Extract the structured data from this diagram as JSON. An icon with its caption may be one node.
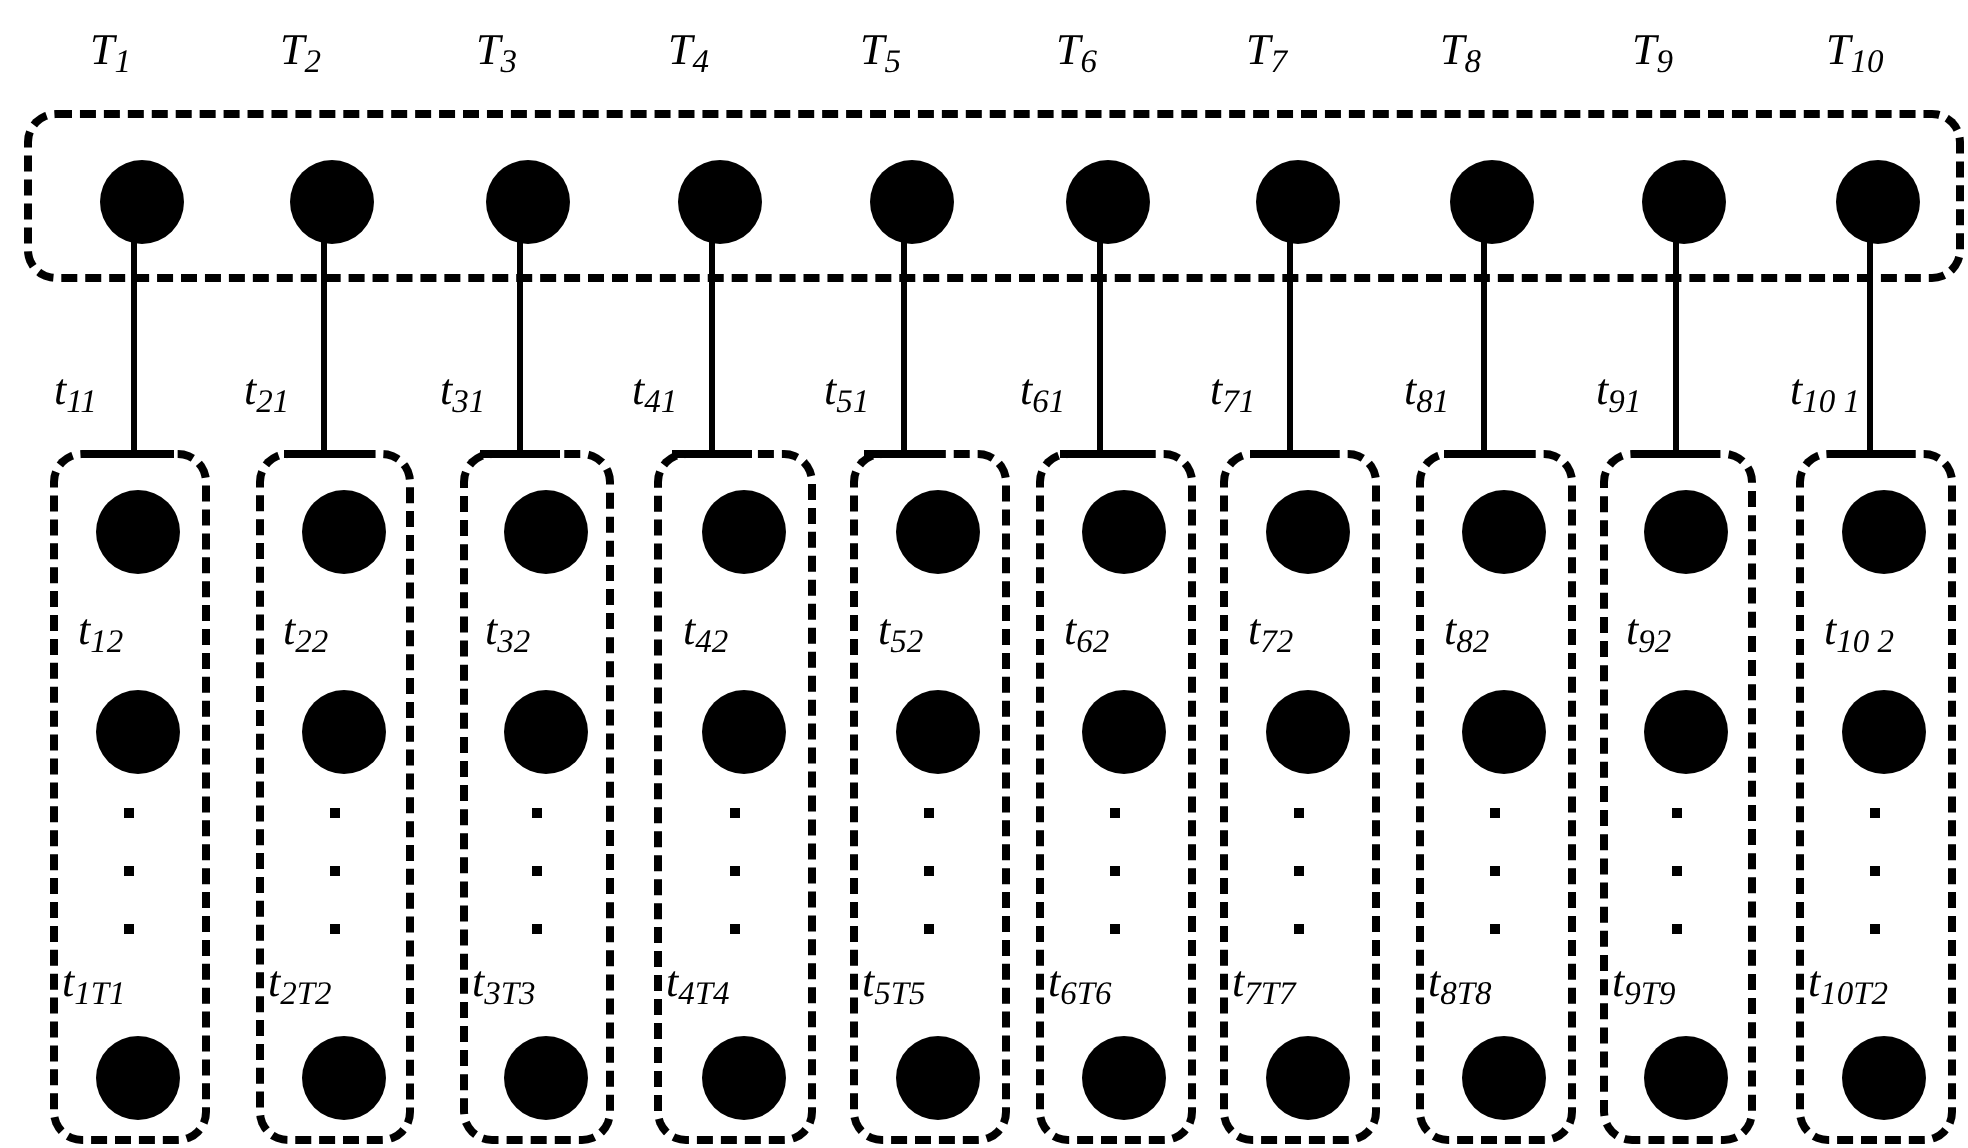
{
  "diagram": {
    "nodes": [
      {
        "text": [],
        "shape": "box"
      },
      {
        "text": [],
        "shape": "circle",
        "in": 0,
        "beside": [
          "T$_{1}$"
        ]
      },
      {
        "text": [],
        "shape": "circle",
        "in": 0,
        "beside": [
          "T$_{2}$"
        ]
      },
      {
        "text": [],
        "shape": "circle",
        "in": 0,
        "beside": [
          "T$_{3}$"
        ]
      },
      {
        "text": [],
        "shape": "circle",
        "in": 0,
        "beside": [
          "T$_{4}$"
        ]
      },
      {
        "text": [],
        "shape": "circle",
        "in": 0,
        "beside": [
          "T$_{5}$"
        ]
      },
      {
        "text": [],
        "shape": "circle",
        "in": 0,
        "beside": [
          "T$_{6}$"
        ]
      },
      {
        "text": [],
        "shape": "circle",
        "in": 0,
        "beside": [
          "T$_{7}$"
        ]
      },
      {
        "text": [],
        "shape": "circle",
        "in": 0,
        "beside": [
          "T$_{8}$"
        ]
      },
      {
        "text": [],
        "shape": "circle",
        "in": 0,
        "beside": [
          "T$_{9}$"
        ]
      },
      {
        "text": [],
        "shape": "circle",
        "in": 0,
        "beside": [
          "T$_{10}$"
        ]
      },
      {
        "text": [],
        "shape": "box"
      },
      {
        "text": [],
        "shape": "circle",
        "in": 11,
        "beside": [
          "t$_{11}$"
        ]
      },
      {
        "text": [],
        "shape": "circle",
        "in": 11,
        "beside": [
          "t$_{12}$"
        ]
      },
      {
        "text": [],
        "shape": "circle",
        "in": 11,
        "beside": [
          "t$_{1T1}$"
        ]
      },
      {
        "text": [],
        "shape": "box"
      },
      {
        "text": [],
        "shape": "circle",
        "in": 15,
        "beside": [
          "t$_{21}$"
        ]
      },
      {
        "text": [],
        "shape": "circle",
        "in": 15,
        "beside": [
          "t$_{22}$"
        ]
      },
      {
        "text": [],
        "shape": "circle",
        "in": 15,
        "beside": [
          "t$_{2T2}$"
        ]
      },
      {
        "text": [],
        "shape": "box"
      },
      {
        "text": [],
        "shape": "circle",
        "in": 19,
        "beside": [
          "t$_{31}$"
        ]
      },
      {
        "text": [],
        "shape": "circle",
        "in": 19,
        "beside": [
          "t$_{32}$"
        ]
      },
      {
        "text": [],
        "shape": "circle",
        "in": 19,
        "beside": [
          "t$_{3T3}$"
        ]
      },
      {
        "text": [],
        "shape": "box"
      },
      {
        "text": [],
        "shape": "circle",
        "in": 23,
        "beside": [
          "t$_{41}$"
        ]
      },
      {
        "text": [],
        "shape": "circle",
        "in": 23,
        "beside": [
          "t$_{42}$"
        ]
      },
      {
        "text": [],
        "shape": "circle",
        "in": 23,
        "beside": [
          "t$_{4T4}$"
        ]
      },
      {
        "text": [],
        "shape": "box"
      },
      {
        "text": [],
        "shape": "circle",
        "in": 27,
        "beside": [
          "t$_{51}$"
        ]
      },
      {
        "text": [],
        "shape": "circle",
        "in": 27,
        "beside": [
          "t$_{52}$"
        ]
      },
      {
        "text": [],
        "shape": "circle",
        "in": 27,
        "beside": [
          "t$_{5T5}$"
        ]
      },
      {
        "text": [],
        "shape": "box"
      },
      {
        "text": [],
        "shape": "circle",
        "in": 31,
        "beside": [
          "t$_{61}$"
        ]
      },
      {
        "text": [],
        "shape": "circle",
        "in": 31,
        "beside": [
          "t$_{62}$"
        ]
      },
      {
        "text": [],
        "shape": "circle",
        "in": 31,
        "beside": [
          "t$_{6T6}$"
        ]
      },
      {
        "text": [],
        "shape": "box"
      },
      {
        "text": [],
        "shape": "circle",
        "in": 35,
        "beside": [
          "t$_{71}$"
        ]
      },
      {
        "text": [],
        "shape": "circle",
        "in": 35,
        "beside": [
          "t$_{72}$"
        ]
      },
      {
        "text": [],
        "shape": "circle",
        "in": 35,
        "beside": [
          "t$_{7T7}$"
        ]
      },
      {
        "text": [],
        "shape": "box"
      },
      {
        "text": [],
        "shape": "circle",
        "in": 39,
        "beside": [
          "t$_{81}$"
        ]
      },
      {
        "text": [],
        "shape": "circle",
        "in": 39,
        "beside": [
          "t$_{82}$"
        ]
      },
      {
        "text": [],
        "shape": "circle",
        "in": 39,
        "beside": [
          "t$_{8T8}$"
        ]
      },
      {
        "text": [],
        "shape": "box"
      },
      {
        "text": [],
        "shape": "circle",
        "in": 43,
        "beside": [
          "t$_{91}$"
        ]
      },
      {
        "text": [],
        "shape": "circle",
        "in": 43,
        "beside": [
          "t$_{92}$"
        ]
      },
      {
        "text": [],
        "shape": "circle",
        "in": 43,
        "beside": [
          "t$_{9T9}$"
        ]
      },
      {
        "text": [],
        "shape": "box"
      },
      {
        "text": [],
        "shape": "circle",
        "in": 47,
        "beside": [
          "t$_{10 1}$"
        ]
      },
      {
        "text": [],
        "shape": "circle",
        "in": 47,
        "beside": [
          "t$_{10 2}$"
        ]
      },
      {
        "text": [],
        "shape": "circle",
        "in": 47,
        "beside": [
          "t$_{10T2}$"
        ]
      }
    ],
    "edges": [
      {
        "from": 1,
        "to": 11,
        "arrow": "other"
      },
      {
        "from": 2,
        "to": 15,
        "arrow": "other"
      },
      {
        "from": 3,
        "to": 19,
        "arrow": "other"
      },
      {
        "from": 4,
        "to": 23,
        "arrow": "other"
      },
      {
        "from": 5,
        "to": 27,
        "arrow": "other"
      },
      {
        "from": 6,
        "to": 31,
        "arrow": "other"
      },
      {
        "from": 7,
        "to": 35,
        "arrow": "other"
      },
      {
        "from": 8,
        "to": 39,
        "arrow": "other"
      },
      {
        "from": 9,
        "to": 43,
        "arrow": "other"
      },
      {
        "from": 10,
        "to": 47,
        "arrow": "other"
      }
    ]
  }
}
